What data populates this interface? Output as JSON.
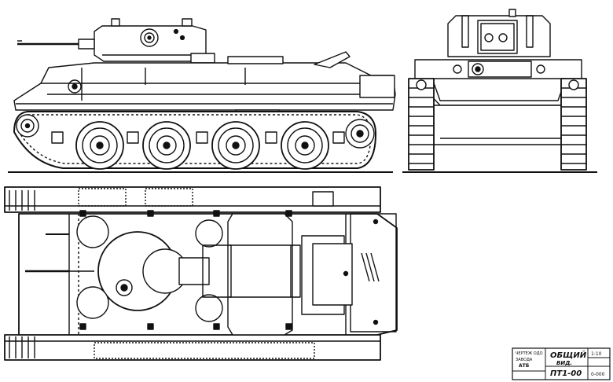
{
  "sheet": {
    "stamp_small_lines": [
      "ЧЕРТЕЖ ОДО",
      "ЗАВОДА",
      "АТБ"
    ],
    "title_line1": "ОБЩИЙ",
    "title_line2": "ВИД.",
    "scale": "1:10",
    "designation": "ПТ1-00",
    "sheet_number": "0-000"
  },
  "views": [
    {
      "key": "side",
      "caption": ""
    },
    {
      "key": "front",
      "caption": ""
    },
    {
      "key": "top",
      "caption": ""
    }
  ],
  "colors": {
    "ink": "#111111",
    "paper": "#ffffff",
    "gray": "#9a9a9a"
  }
}
